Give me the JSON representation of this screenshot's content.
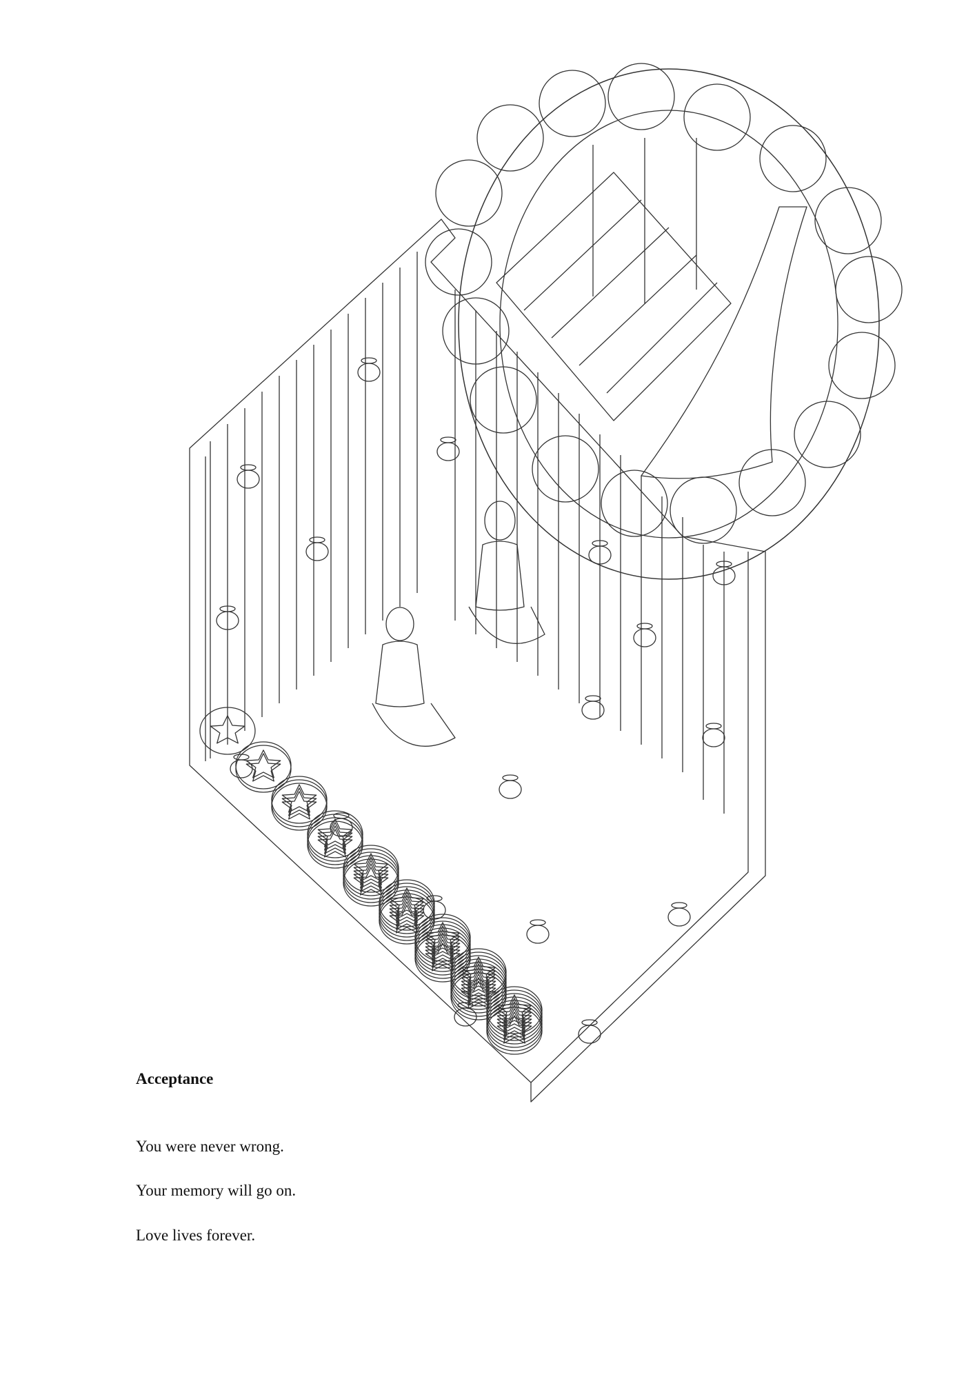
{
  "page": {
    "title": "Acceptance",
    "lines": [
      "You were never wrong.",
      "Your memory will go on.",
      "Love lives forever."
    ]
  },
  "illustration": {
    "stroke_color": "#333333",
    "background": "#ffffff"
  }
}
